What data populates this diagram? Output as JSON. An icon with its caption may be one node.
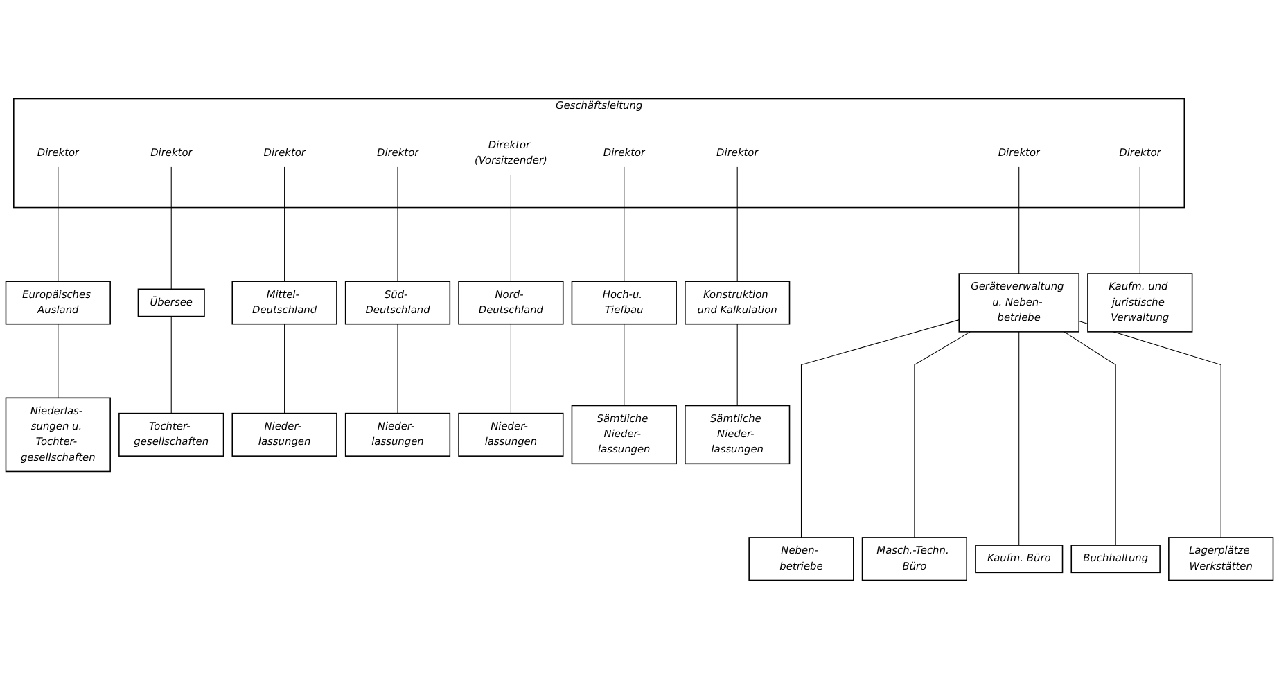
{
  "diagram": {
    "nodes": [
      {
        "text": [
          "Geschäftsleitung"
        ]
      },
      {
        "text": [
          "Direktor"
        ],
        "in": 0
      },
      {
        "text": [
          "Direktor"
        ],
        "in": 0
      },
      {
        "text": [
          "Direktor"
        ],
        "in": 0
      },
      {
        "text": [
          "Direktor"
        ],
        "in": 0
      },
      {
        "text": [
          "Direktor (Vorsitzender)"
        ],
        "in": 0
      },
      {
        "text": [
          "Direktor"
        ],
        "in": 0
      },
      {
        "text": [
          "Direktor"
        ],
        "in": 0
      },
      {
        "text": [
          "Direktor"
        ],
        "in": 0
      },
      {
        "text": [
          "Direktor"
        ],
        "in": 0
      },
      {
        "text": [
          "Europäisches Ausland"
        ]
      },
      {
        "text": [
          "Übersee"
        ]
      },
      {
        "text": [
          "Mittel- Deutschland"
        ]
      },
      {
        "text": [
          "Süd- Deutschland"
        ]
      },
      {
        "text": [
          "Nord- Deutschland"
        ]
      },
      {
        "text": [
          "Hoch-u. Tiefbau"
        ]
      },
      {
        "text": [
          "Konstruktion und Kalkulation"
        ]
      },
      {
        "text": [
          "Geräteverwaltung u. Neben- betriebe"
        ]
      },
      {
        "text": [
          "Kaufm. und juristische Verwaltung"
        ]
      },
      {
        "text": [
          "Niederlas- sungen u. Tochter- gesellschaften"
        ]
      },
      {
        "text": [
          "Tochter- gesellschaften"
        ]
      },
      {
        "text": [
          "Nieder- lassungen"
        ]
      },
      {
        "text": [
          "Nieder- lassungen"
        ]
      },
      {
        "text": [
          "Nieder- lassungen"
        ]
      },
      {
        "text": [
          "Sämtliche Nieder- lassungen"
        ]
      },
      {
        "text": [
          "Sämtliche Nieder- lassungen"
        ]
      },
      {
        "text": [
          "Neben- betriebe"
        ]
      },
      {
        "text": [
          "Masch.-Techn. Büro"
        ]
      },
      {
        "text": [
          "Kaufm. Büro"
        ]
      },
      {
        "text": [
          "Buchhaltung"
        ]
      },
      {
        "text": [
          "Lagerplätze Werkstätten"
        ]
      }
    ],
    "edges": [
      {
        "from": 1,
        "to": 10,
        "arrow": "none"
      },
      {
        "from": 2,
        "to": 11,
        "arrow": "none"
      },
      {
        "from": 3,
        "to": 12,
        "arrow": "none"
      },
      {
        "from": 4,
        "to": 13,
        "arrow": "none"
      },
      {
        "from": 5,
        "to": 14,
        "arrow": "none"
      },
      {
        "from": 6,
        "to": 15,
        "arrow": "none"
      },
      {
        "from": 7,
        "to": 16,
        "arrow": "none"
      },
      {
        "from": 8,
        "to": 17,
        "arrow": "none"
      },
      {
        "from": 9,
        "to": 18,
        "arrow": "none"
      },
      {
        "from": 10,
        "to": 19,
        "arrow": "none"
      },
      {
        "from": 11,
        "to": 20,
        "arrow": "none"
      },
      {
        "from": 12,
        "to": 21,
        "arrow": "none"
      },
      {
        "from": 13,
        "to": 22,
        "arrow": "none"
      },
      {
        "from": 14,
        "to": 23,
        "arrow": "none"
      },
      {
        "from": 15,
        "to": 24,
        "arrow": "none"
      },
      {
        "from": 16,
        "to": 25,
        "arrow": "none"
      },
      {
        "from": 17,
        "to": 26,
        "arrow": "none"
      },
      {
        "from": 17,
        "to": 27,
        "arrow": "none"
      },
      {
        "from": 17,
        "to": 28,
        "arrow": "none"
      },
      {
        "from": 17,
        "to": 29,
        "arrow": "none"
      },
      {
        "from": 17,
        "to": 30,
        "arrow": "none"
      }
    ]
  }
}
